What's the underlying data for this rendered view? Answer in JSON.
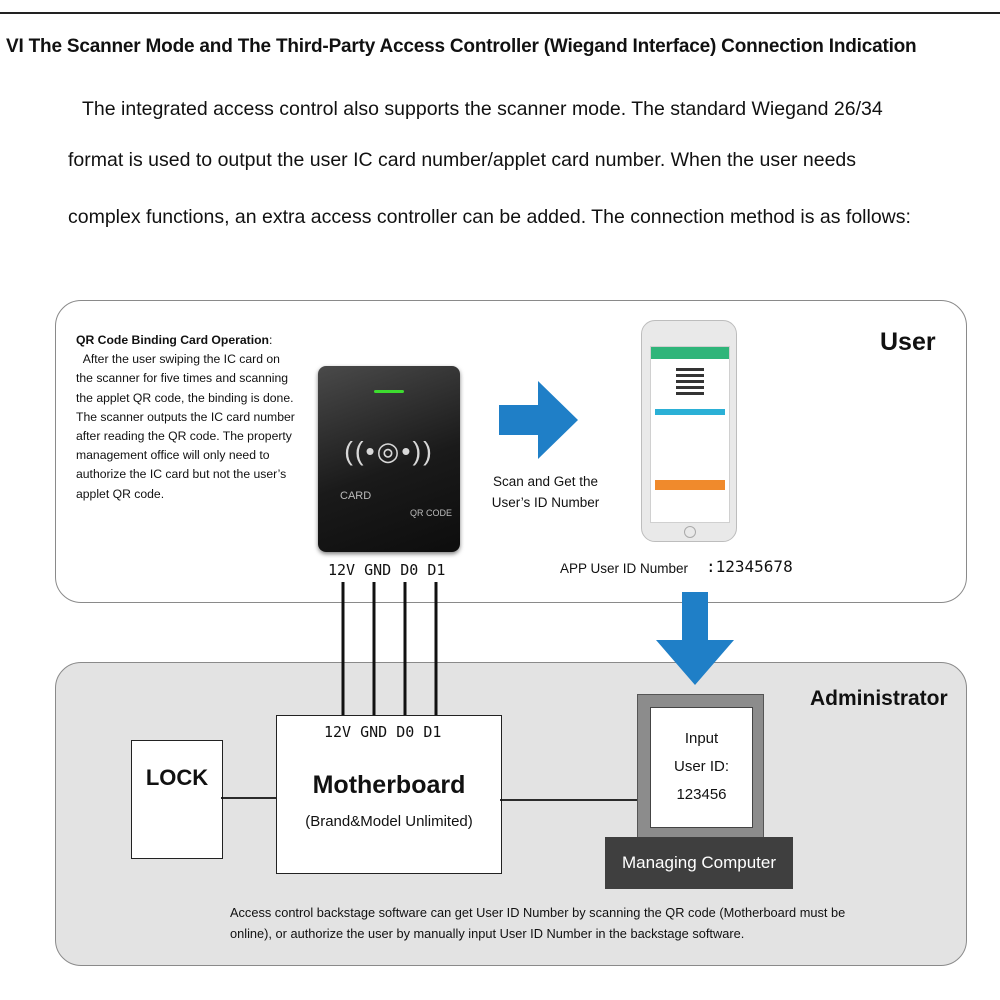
{
  "heading": "VI The Scanner Mode and The Third-Party Access Controller (Wiegand Interface) Connection Indication",
  "intro": [
    "The integrated access control also supports the scanner mode. The standard Wiegand 26/34",
    "format is used to output the user IC card number/applet card number. When the user needs",
    "complex functions, an extra access controller can be added. The connection method is as follows:"
  ],
  "user_panel": {
    "title": "User",
    "binding_note_title": "QR Code Binding Card Operation",
    "binding_note_body": "  After the user swiping the IC card on the scanner for five times and scanning the applet QR code, the binding is done. The scanner outputs the IC card number after reading the QR code. The property management office will only need to authorize the IC card but not the user’s applet QR code.",
    "scanner_labels": {
      "card": "CARD",
      "qr": "QR CODE"
    },
    "pins": "12V GND D0 D1",
    "scan_caption_line1": "Scan and Get the",
    "scan_caption_line2": "User’s ID Number",
    "app_id_label": "APP User ID Number",
    "app_id_value": ":12345678"
  },
  "admin_panel": {
    "title": "Administrator",
    "lock_label": "LOCK",
    "motherboard_pins": "12V GND D0 D1",
    "motherboard_title": "Motherboard",
    "motherboard_subtitle": "(Brand&Model Unlimited)",
    "monitor_line1": "Input",
    "monitor_line2": "User ID:",
    "monitor_line3": "123456",
    "computer_label": "Managing Computer",
    "note": "Access control backstage software can get User ID Number by scanning the QR code (Motherboard must be online), or authorize the user by manually input User ID Number in the backstage software."
  },
  "colors": {
    "arrow": "#1f7fc7",
    "panel_border": "#8a8a8a",
    "admin_background": "#e3e3e3",
    "computer_label_background": "#3f3f3f"
  }
}
